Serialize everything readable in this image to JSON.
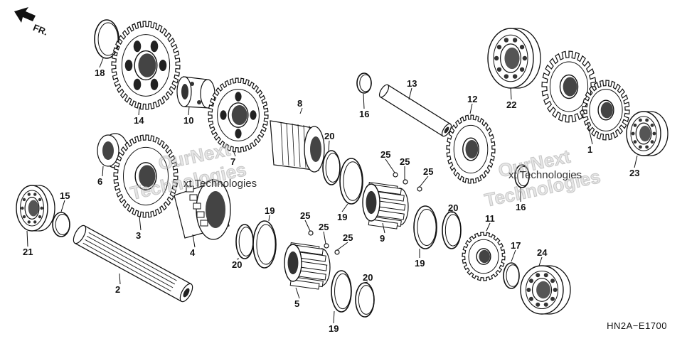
{
  "direction_label": "FR.",
  "diagram_code": "HN2A−E1700",
  "watermarks": [
    "OurNext",
    "Technologies",
    "OurNext",
    "Technologies"
  ],
  "watermark_texts": [
    "xt Technologies",
    "Technologies"
  ],
  "parts": [
    {
      "id": "p1",
      "label": "1"
    },
    {
      "id": "p2",
      "label": "2"
    },
    {
      "id": "p3",
      "label": "3"
    },
    {
      "id": "p4",
      "label": "4"
    },
    {
      "id": "p5",
      "label": "5"
    },
    {
      "id": "p6",
      "label": "6"
    },
    {
      "id": "p7",
      "label": "7"
    },
    {
      "id": "p8",
      "label": "8"
    },
    {
      "id": "p9",
      "label": "9"
    },
    {
      "id": "p10",
      "label": "10"
    },
    {
      "id": "p11",
      "label": "11"
    },
    {
      "id": "p12",
      "label": "12"
    },
    {
      "id": "p13",
      "label": "13"
    },
    {
      "id": "p14",
      "label": "14"
    },
    {
      "id": "p15",
      "label": "15"
    },
    {
      "id": "p16a",
      "label": "16"
    },
    {
      "id": "p16b",
      "label": "16"
    },
    {
      "id": "p17",
      "label": "17"
    },
    {
      "id": "p18",
      "label": "18"
    },
    {
      "id": "p19a",
      "label": "19"
    },
    {
      "id": "p19b",
      "label": "19"
    },
    {
      "id": "p19c",
      "label": "19"
    },
    {
      "id": "p19d",
      "label": "19"
    },
    {
      "id": "p20a",
      "label": "20"
    },
    {
      "id": "p20b",
      "label": "20"
    },
    {
      "id": "p20c",
      "label": "20"
    },
    {
      "id": "p20d",
      "label": "20"
    },
    {
      "id": "p21",
      "label": "21"
    },
    {
      "id": "p22",
      "label": "22"
    },
    {
      "id": "p23",
      "label": "23"
    },
    {
      "id": "p24",
      "label": "24"
    },
    {
      "id": "p25a",
      "label": "25"
    },
    {
      "id": "p25b",
      "label": "25"
    },
    {
      "id": "p25c",
      "label": "25"
    },
    {
      "id": "p25d",
      "label": "25"
    },
    {
      "id": "p25e",
      "label": "25"
    },
    {
      "id": "p25f",
      "label": "25"
    }
  ]
}
